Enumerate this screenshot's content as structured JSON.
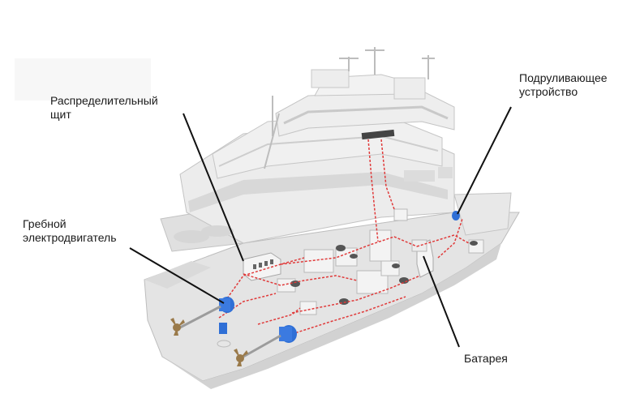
{
  "labels": {
    "switchboard": [
      "Распределительный",
      "щит"
    ],
    "thruster": [
      "Подруливающее",
      "устройство"
    ],
    "propulsion_motor": [
      "Гребной",
      "электродвигатель"
    ],
    "battery": [
      "Батарея"
    ]
  },
  "colors": {
    "hull": "#e4e4e4",
    "hull_shadow": "#cfcfcf",
    "superstructure": "#ececec",
    "outline": "#b9b9b9",
    "cable": "#e03a3a",
    "motor": "#2f6fd6",
    "propeller": "#9a7a4a",
    "leader": "#111111"
  }
}
